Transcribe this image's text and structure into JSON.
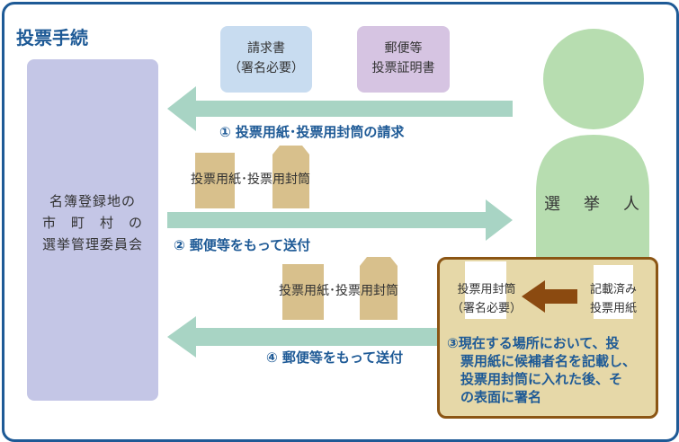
{
  "title": "投票手続",
  "committee": {
    "lines": [
      "名簿登録地の",
      "市　町　村　の",
      "選挙管理委員会"
    ]
  },
  "voter": {
    "label": "選　挙　人"
  },
  "documents": {
    "request": [
      "請求書",
      "（署名必要）"
    ],
    "certificate": [
      "郵便等",
      "投票証明書"
    ]
  },
  "steps": {
    "step1": "① 投票用紙･投票用封筒の請求",
    "step2": "② 郵便等をもって送付",
    "step2_items": "投票用紙･投票用封筒",
    "step4": "④ 郵便等をもって送付",
    "step4_items": "投票用紙･投票用封筒",
    "step3_envelope": [
      "投票用封筒",
      "（署名必要）"
    ],
    "step3_paper": [
      "記載済み",
      "投票用紙"
    ],
    "step3_text": [
      "③現在する場所において、投",
      "　票用紙に候補者名を記載し、",
      "　投票用封筒に入れた後、そ",
      "　の表面に署名"
    ]
  },
  "colors": {
    "frame": "#1e5a96",
    "committee": "#c4c6e6",
    "voter": "#b7ddb0",
    "arrow": "#a8d4c4",
    "request_box": "#c8dcf0",
    "certificate_box": "#d6c4e2",
    "envelope": "#d8c08c",
    "step3_bg": "#e6d8a8",
    "step3_border": "#8b5514",
    "label_text": "#1e5a96"
  }
}
